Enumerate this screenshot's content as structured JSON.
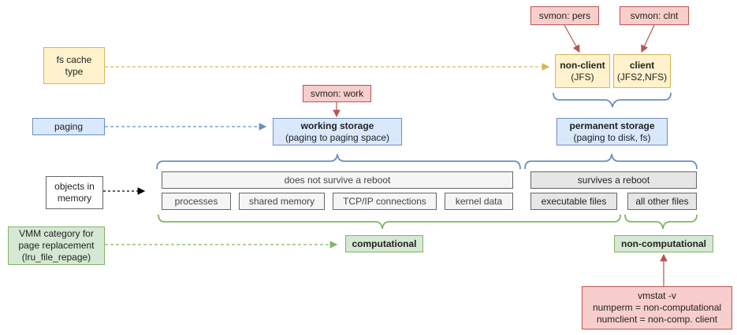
{
  "fs_cache_type": "fs cache\ntype",
  "svmon_pers": "svmon: pers",
  "svmon_clnt": "svmon: clnt",
  "non_client": {
    "title": "non-client",
    "sub": "(JFS)"
  },
  "client": {
    "title": "client",
    "sub": "(JFS2,NFS)"
  },
  "svmon_work": "svmon: work",
  "paging": "paging",
  "working_storage": {
    "title": "working storage",
    "sub": "(paging to paging space)"
  },
  "permanent_storage": {
    "title": "permanent storage",
    "sub": "(paging to disk, fs)"
  },
  "objects_in_memory": "objects in\nmemory",
  "does_not_survive": "does not survive a reboot",
  "survives": "survives a reboot",
  "objects": [
    "processes",
    "shared memory",
    "TCP/IP connections",
    "kernel data"
  ],
  "executable_files": "executable files",
  "all_other_files": "all other files",
  "vmm_category": "VMM category for\npage replacement\n(lru_file_repage)",
  "computational": "computational",
  "non_computational": "non-computational",
  "vmstat": [
    "vmstat -v",
    "numperm = non-computational",
    "numclient = non-comp. client"
  ],
  "colors": {
    "yellow_stroke": "#d6b656",
    "red_stroke": "#b85450",
    "blue_stroke": "#6c8ebf",
    "green_stroke": "#82b366"
  }
}
